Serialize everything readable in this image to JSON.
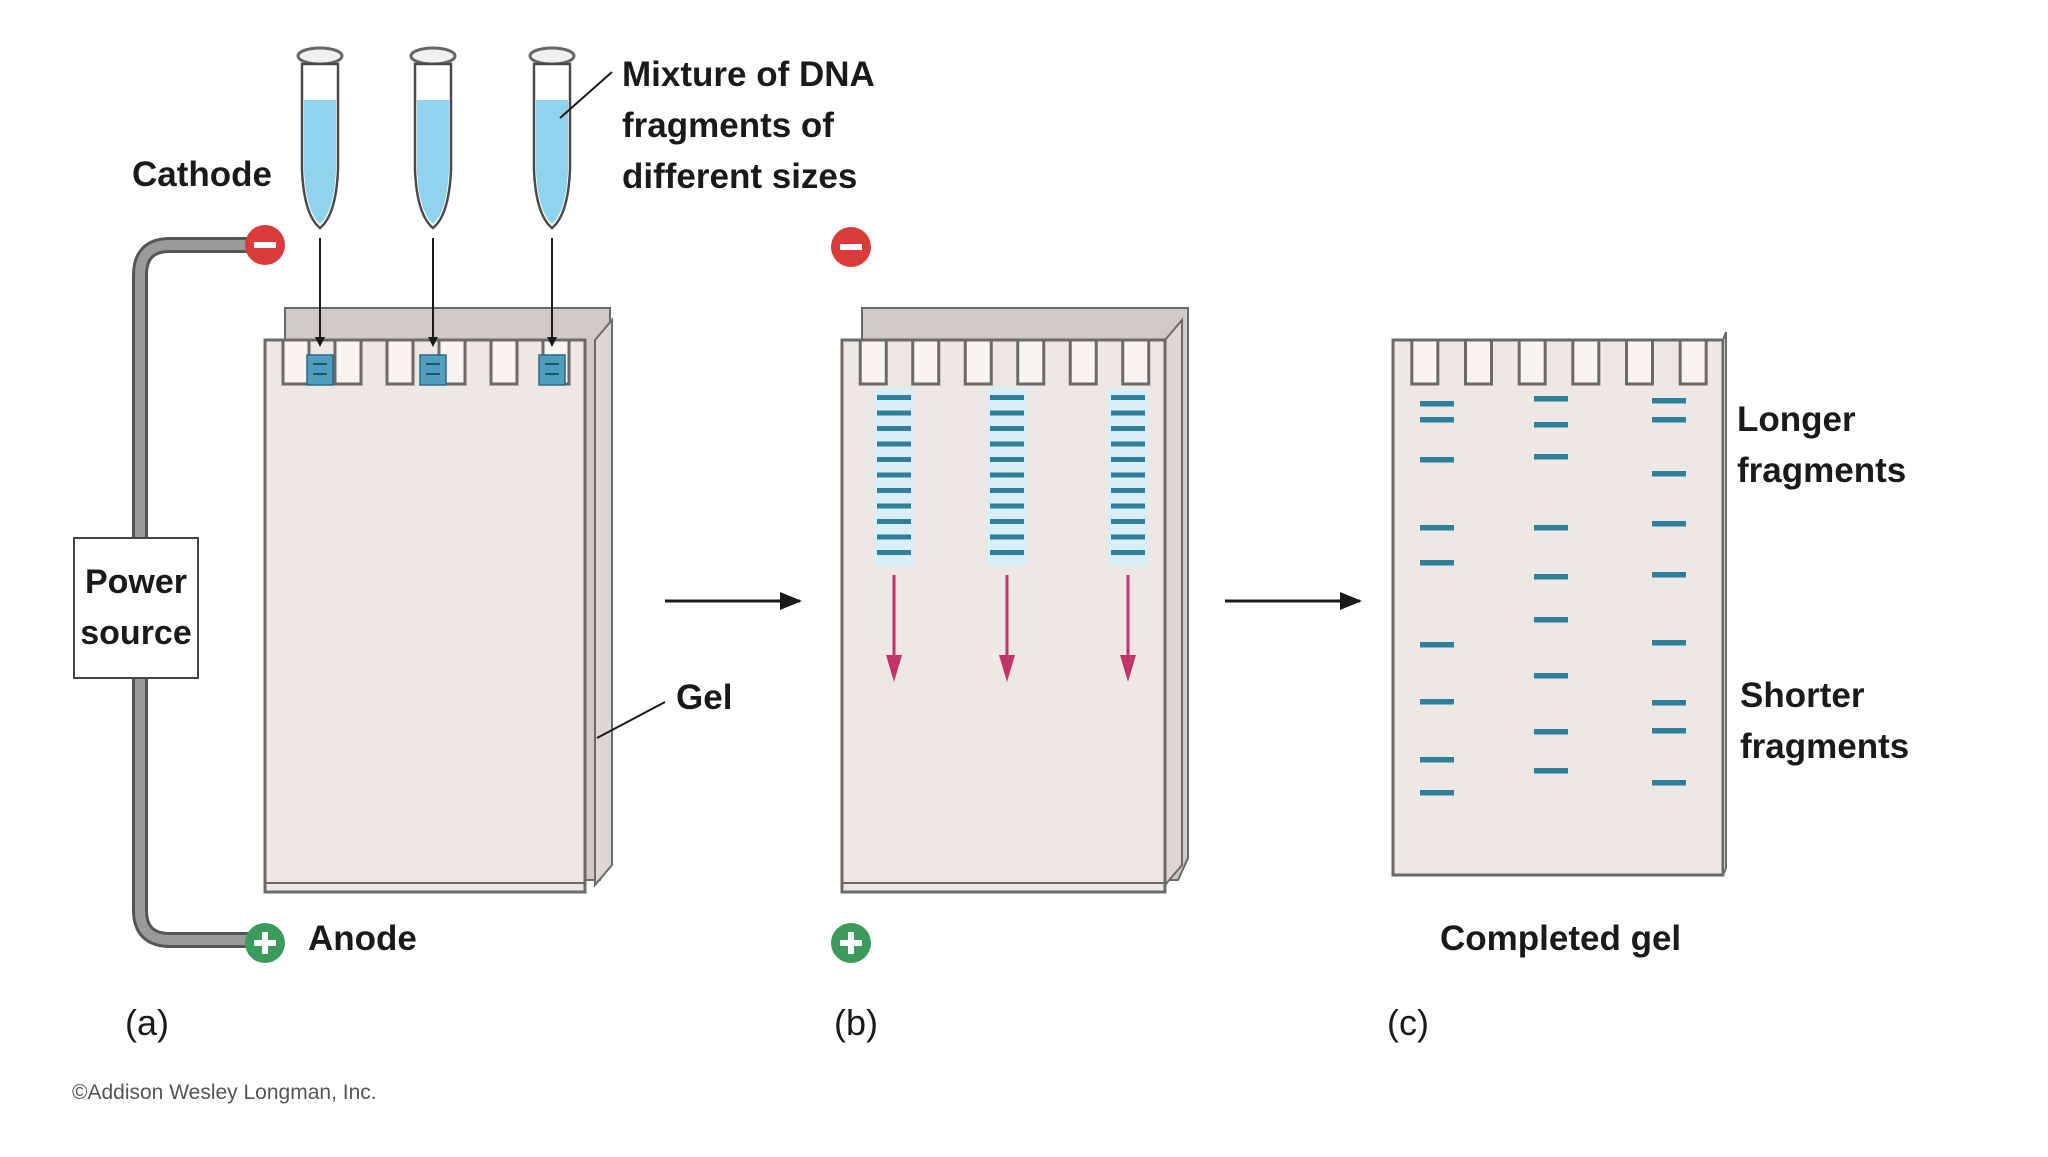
{
  "labels": {
    "mixture": "Mixture of DNA\nfragments of\ndifferent sizes",
    "cathode": "Cathode",
    "anode": "Anode",
    "power_source": "Power\nsource",
    "gel": "Gel",
    "longer": "Longer\nfragments",
    "shorter": "Shorter\nfragments",
    "completed_gel": "Completed gel",
    "panel_a": "(a)",
    "panel_b": "(b)",
    "panel_c": "(c)",
    "credit": "©Addison Wesley Longman, Inc."
  },
  "colors": {
    "gel": "#ede8e4",
    "gel_edge": "#6a6a6a",
    "band": "#2d7f9c",
    "sample": "#8fd3ec",
    "cathode": "#d93a3a",
    "anode": "#3c9a5c",
    "migration_arrow": "#c2336a",
    "wire": "#8c8c8c"
  },
  "panels": [
    {
      "id": "a",
      "title": "Loading",
      "lanes": 3,
      "wells": 6
    },
    {
      "id": "b",
      "title": "Running",
      "lanes": 3,
      "wells": 6
    },
    {
      "id": "c",
      "title": "Completed gel",
      "lanes": 3,
      "wells": 6
    }
  ]
}
